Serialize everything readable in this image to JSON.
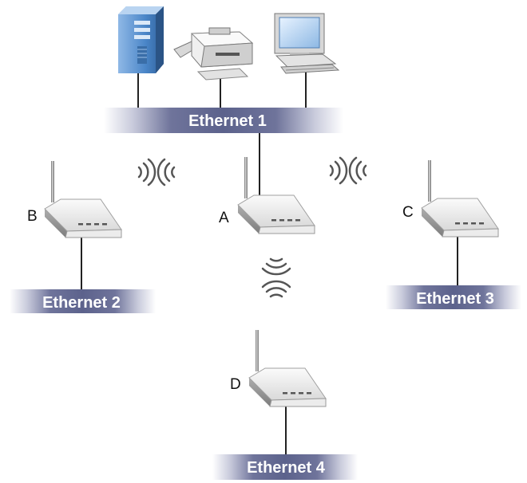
{
  "diagram": {
    "segments": [
      {
        "id": "eth1",
        "label": "Ethernet 1"
      },
      {
        "id": "eth2",
        "label": "Ethernet 2"
      },
      {
        "id": "eth3",
        "label": "Ethernet 3"
      },
      {
        "id": "eth4",
        "label": "Ethernet 4"
      }
    ],
    "access_points": [
      {
        "id": "A",
        "label": "A"
      },
      {
        "id": "B",
        "label": "B"
      },
      {
        "id": "C",
        "label": "C"
      },
      {
        "id": "D",
        "label": "D"
      }
    ],
    "devices": [
      "server-tower-icon",
      "printer-icon",
      "desktop-computer-icon"
    ],
    "colors": {
      "bar_dark": "#5c628c",
      "bar_light": "#ffffff",
      "device_body": "#f2f2f2",
      "device_shadow": "#9a9a9a",
      "server_blue": "#4a86c8",
      "wireless_wave": "#555555",
      "line": "#222222"
    }
  }
}
